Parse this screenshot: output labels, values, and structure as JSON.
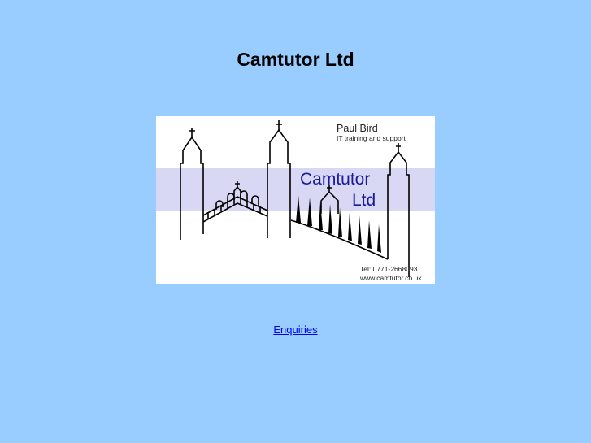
{
  "page": {
    "title": "Camtutor Ltd"
  },
  "logo": {
    "name": "Paul Bird",
    "tagline": "IT training and support",
    "company_line1": "Camtutor",
    "company_line2": "Ltd",
    "tel": "Tel: 0771-2668093",
    "web": "www.camtutor.co.uk"
  },
  "links": {
    "enquiries": "Enquiries"
  },
  "colors": {
    "background": "#99ccff",
    "band": "#d8d8f4",
    "brand_text": "#1a1aa0"
  }
}
